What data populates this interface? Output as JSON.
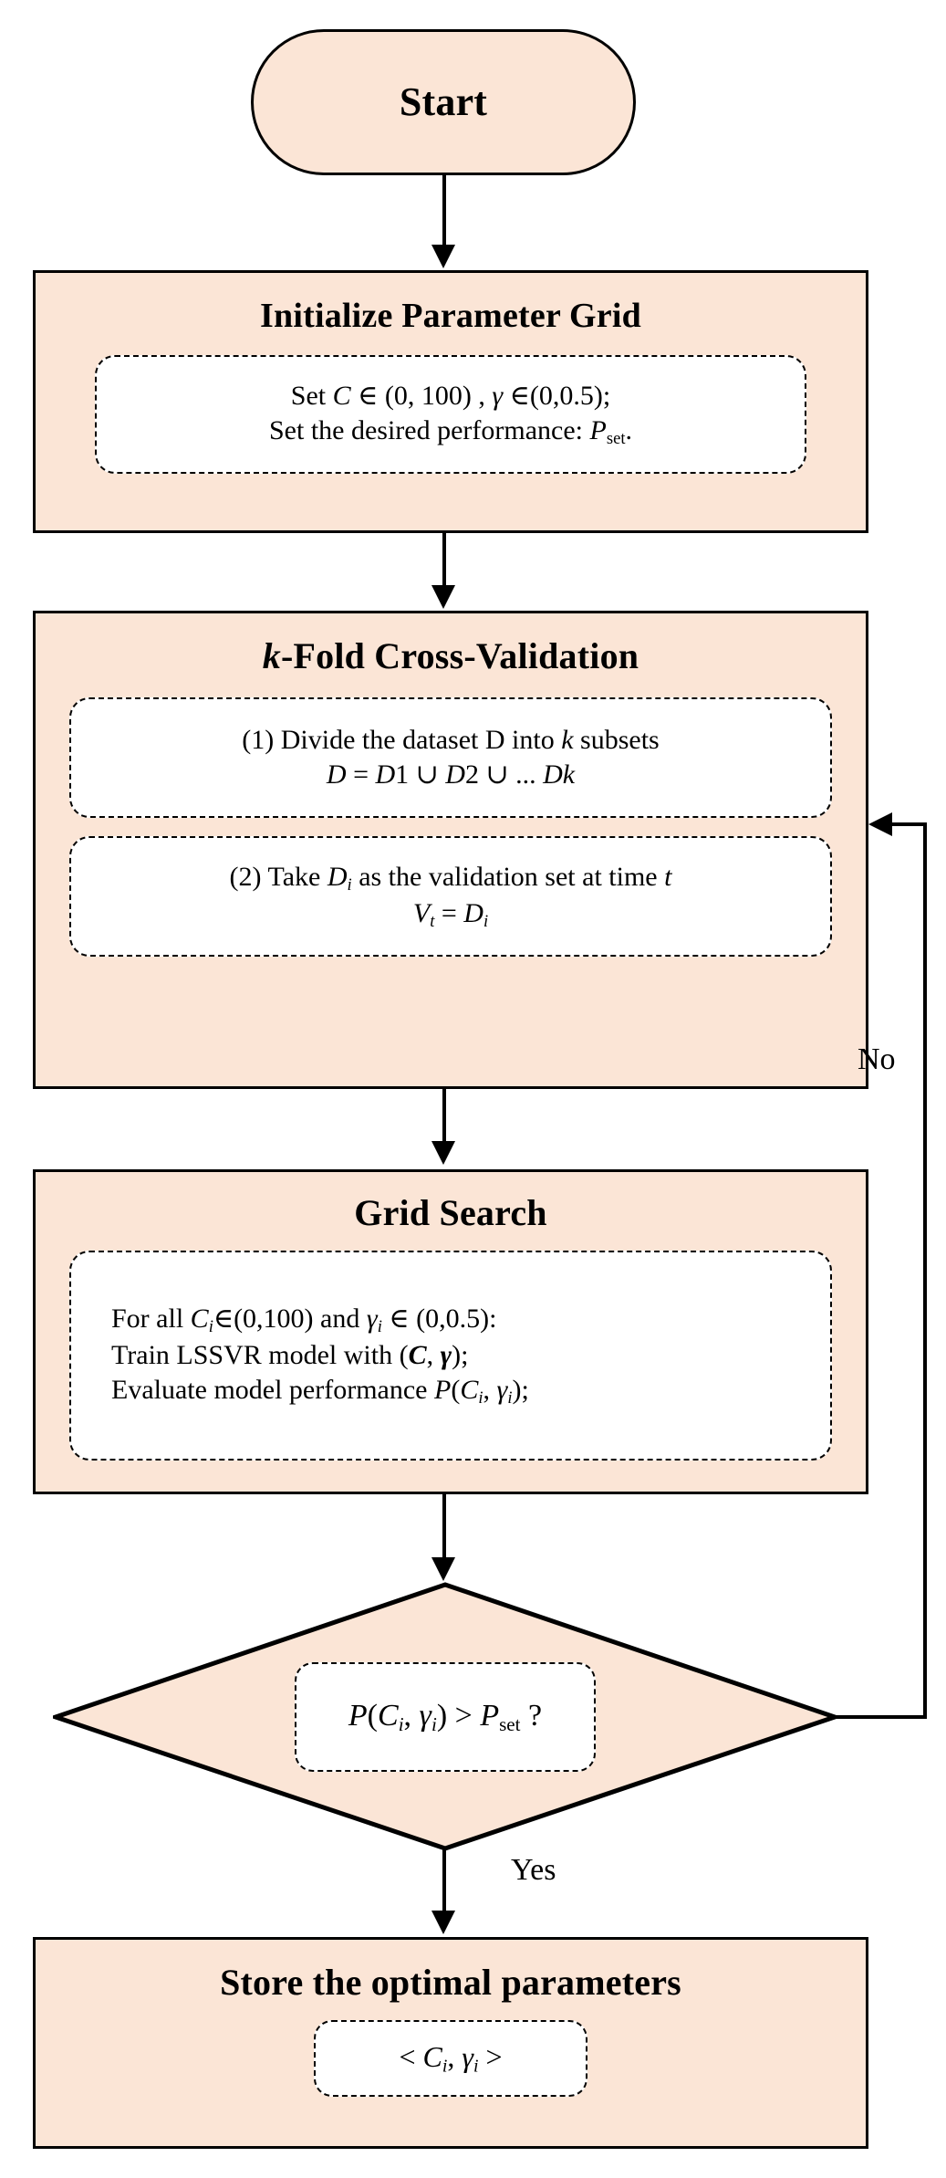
{
  "diagram": {
    "title": "LSSVR hyper-parameter optimization flowchart",
    "fill_color": "#fbe5d6",
    "stroke_color": "#000000",
    "inner_fill": "#ffffff"
  },
  "nodes": {
    "start": {
      "label": "Start",
      "shape": "terminator"
    },
    "initialize": {
      "title": "Initialize Parameter Grid",
      "shape": "process",
      "detail_line_1_a": "Set ",
      "detail_line_1_b": "C",
      "detail_line_1_c": " ∈ (0, 100) , ",
      "detail_line_1_d": "γ",
      "detail_line_1_e": " ∈(0,0.5);",
      "detail_line_2_a": "Set the desired performance: ",
      "detail_line_2_b": "P",
      "detail_line_2_c": "set",
      "detail_line_2_d": "."
    },
    "kfold": {
      "title_a": "k",
      "title_b": "-Fold Cross-Validation",
      "shape": "process",
      "step1_line1_a": "(1) Divide the dataset D into ",
      "step1_line1_b": "k",
      "step1_line1_c": " subsets",
      "step1_line2_a": "D",
      "step1_line2_b": " = ",
      "step1_line2_c": "D",
      "step1_line2_d": "1  ∪  ",
      "step1_line2_e": "D",
      "step1_line2_f": "2  ∪  ... ",
      "step1_line2_g": "D",
      "step1_line2_h": "k",
      "step2_line1_a": "(2) Take ",
      "step2_line1_b": "D",
      "step2_line1_c": "i",
      "step2_line1_d": " as the validation set at time ",
      "step2_line1_e": "t",
      "step2_line2_a": "V",
      "step2_line2_b": "t",
      "step2_line2_c": " = ",
      "step2_line2_d": "D",
      "step2_line2_e": "i"
    },
    "gridsearch": {
      "title": "Grid Search",
      "shape": "process",
      "line1_a": "For all ",
      "line1_b": "C",
      "line1_c": "i",
      "line1_d": "∈(0,100) and  ",
      "line1_e": "γ",
      "line1_f": "i",
      "line1_g": " ∈ (0,0.5):",
      "line2_a": "Train LSSVR model with  (",
      "line2_b": "C",
      "line2_c": ", ",
      "line2_d": "γ",
      "line2_e": ");",
      "line3_a": "Evaluate model performance ",
      "line3_b": "P",
      "line3_c": "(",
      "line3_d": "C",
      "line3_e": "i",
      "line3_f": ", ",
      "line3_g": "γ",
      "line3_h": "i",
      "line3_i": ");"
    },
    "decision": {
      "shape": "diamond",
      "cond_a": "P",
      "cond_b": "(",
      "cond_c": "C",
      "cond_d": "i",
      "cond_e": ", ",
      "cond_f": "γ",
      "cond_g": "i",
      "cond_h": ") > ",
      "cond_i": "P",
      "cond_j": "set",
      "cond_k": " ?"
    },
    "store": {
      "title": "Store the optimal parameters",
      "shape": "process",
      "detail_a": "< ",
      "detail_b": "C",
      "detail_c": "i",
      "detail_d": ", ",
      "detail_e": "γ",
      "detail_f": "i",
      "detail_g": " >"
    }
  },
  "edges": {
    "no_label": "No",
    "yes_label": "Yes"
  }
}
